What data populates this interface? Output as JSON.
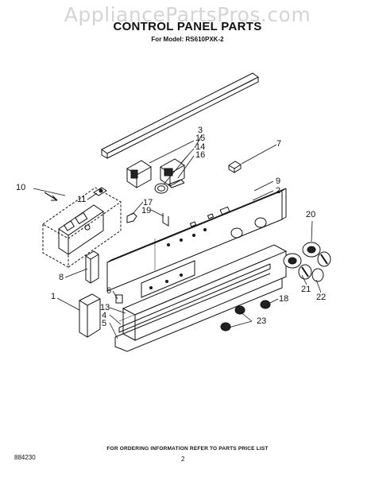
{
  "watermark": "AppliancePartsPros.com",
  "title": "CONTROL PANEL PARTS",
  "subtitle": "For Model: RS610PXK-2",
  "callouts": {
    "c1": "1",
    "c2": "2",
    "c3": "3",
    "c4": "4",
    "c5": "5",
    "c6": "6",
    "c7": "7",
    "c8": "8",
    "c9": "9",
    "c10": "10",
    "c11": "11",
    "c13": "13",
    "c14": "14",
    "c15": "15",
    "c16": "16",
    "c17": "17",
    "c18": "18",
    "c19": "19",
    "c20": "20",
    "c21": "21",
    "c22": "22",
    "c23": "23"
  },
  "footer_note": "FOR ORDERING INFORMATION REFER TO PARTS PRICE LIST",
  "doc_number": "884230",
  "page_number": "2"
}
